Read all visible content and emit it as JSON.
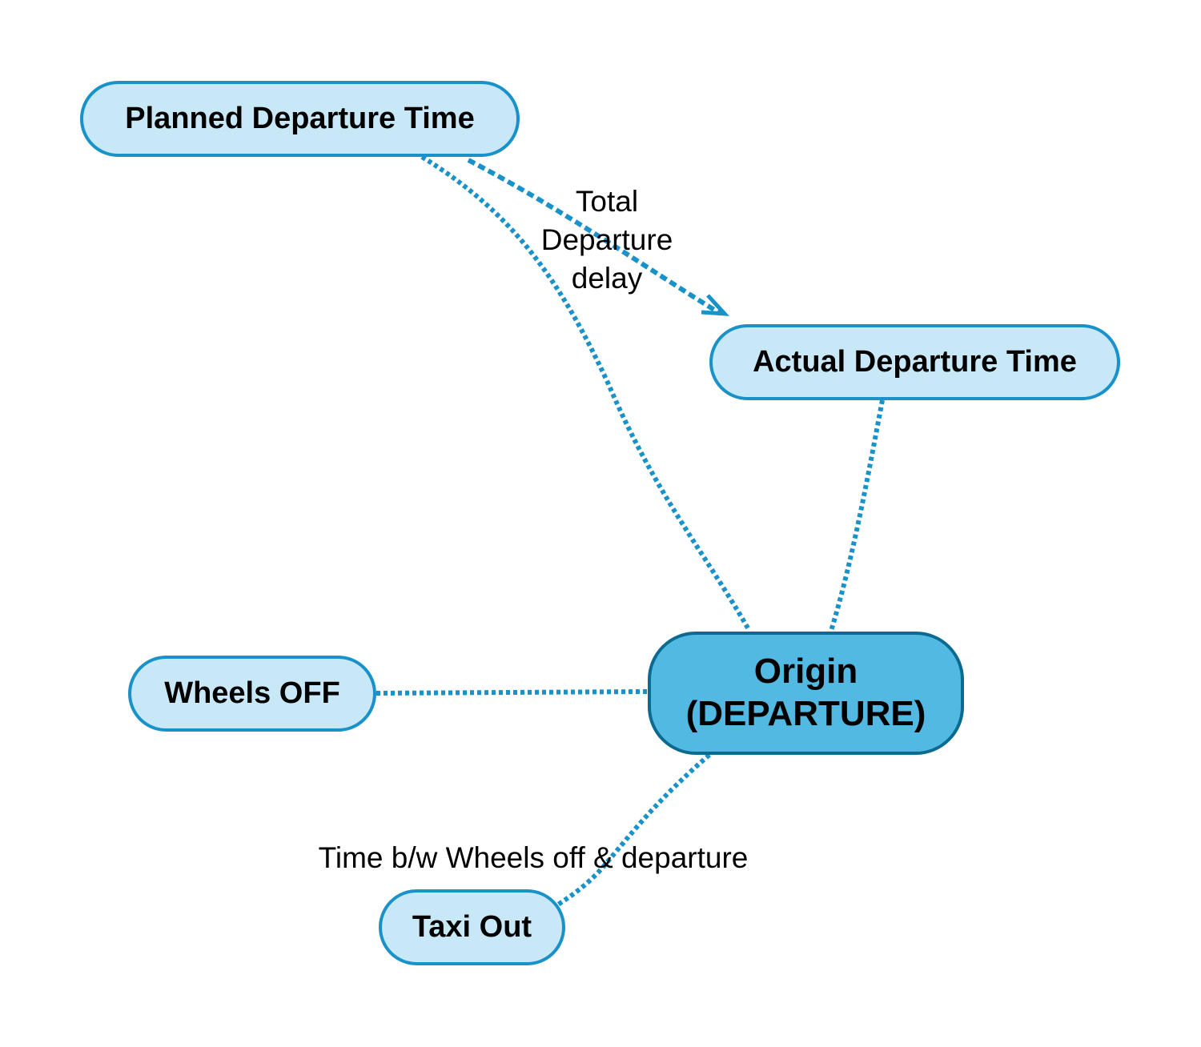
{
  "diagram": {
    "nodes": {
      "planned": {
        "label": "Planned Departure Time"
      },
      "actual": {
        "label": "Actual Departure Time"
      },
      "origin": {
        "line1": "Origin",
        "line2": "(DEPARTURE)"
      },
      "wheels_off": {
        "label": "Wheels OFF"
      },
      "taxi_out": {
        "label": "Taxi Out"
      }
    },
    "edges": {
      "planned_actual": {
        "line1": "Total",
        "line2": "Departure",
        "line3": "delay"
      },
      "origin_taxi": {
        "label": "Time b/w Wheels off & departure"
      }
    },
    "colors": {
      "node_fill": "#c8e8f8",
      "node_border": "#1991c9",
      "origin_fill": "#52b9e2",
      "origin_border": "#0b6a90",
      "edge": "#1991c9"
    }
  }
}
